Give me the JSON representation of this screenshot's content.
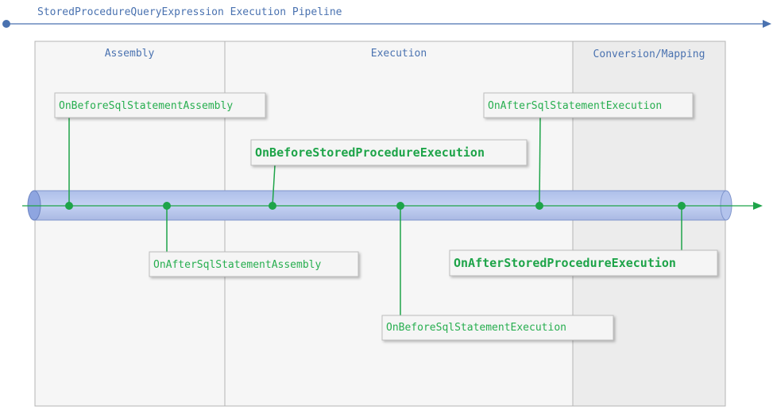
{
  "title": "StoredProcedureQueryExpression Execution Pipeline",
  "stages": [
    {
      "label": "Assembly"
    },
    {
      "label": "Execution"
    },
    {
      "label": "Conversion/Mapping"
    }
  ],
  "events": [
    {
      "label": "OnBeforeSqlStatementAssembly",
      "bold": false
    },
    {
      "label": "OnAfterSqlStatementAssembly",
      "bold": false
    },
    {
      "label": "OnBeforeStoredProcedureExecution",
      "bold": true
    },
    {
      "label": "OnBeforeSqlStatementExecution",
      "bold": false
    },
    {
      "label": "OnAfterSqlStatementExecution",
      "bold": false
    },
    {
      "label": "OnAfterStoredProcedureExecution",
      "bold": true
    }
  ],
  "colors": {
    "title_blue": "#4a72b0",
    "event_green": "#1ea449",
    "pipe_blue": "#b8c8ee",
    "stage_fill": "#f6f6f6",
    "conversion_fill": "#ececec"
  }
}
